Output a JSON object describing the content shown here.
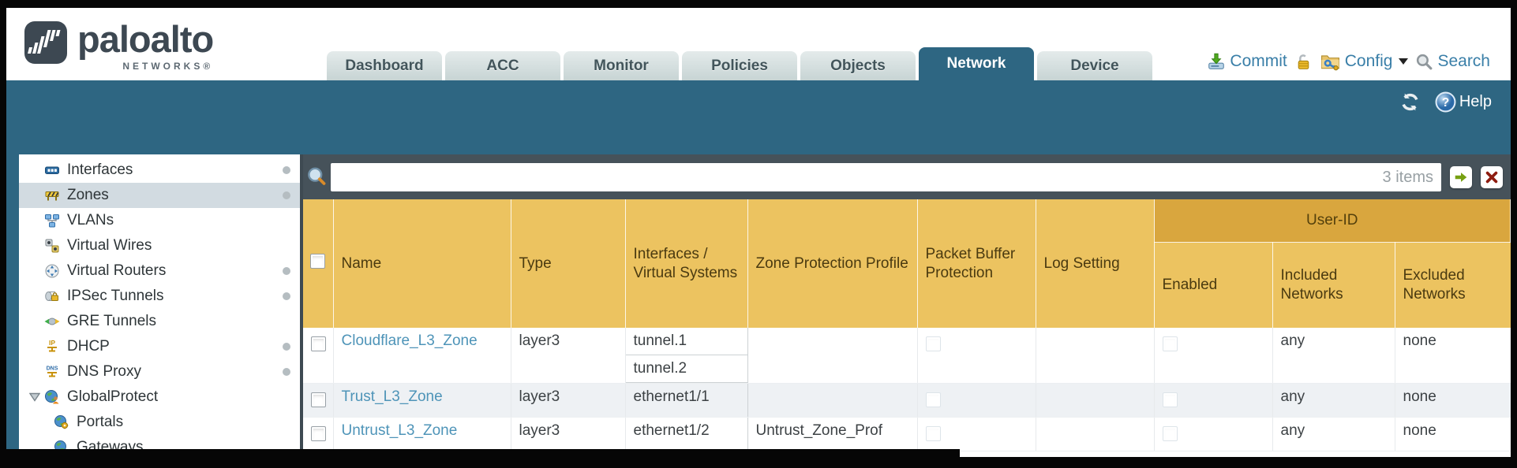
{
  "app": {
    "logo_text": "paloalto",
    "logo_subtext": "NETWORKS®"
  },
  "nav": {
    "tabs": [
      {
        "label": "Dashboard",
        "active": false
      },
      {
        "label": "ACC",
        "active": false
      },
      {
        "label": "Monitor",
        "active": false
      },
      {
        "label": "Policies",
        "active": false
      },
      {
        "label": "Objects",
        "active": false
      },
      {
        "label": "Network",
        "active": true
      },
      {
        "label": "Device",
        "active": false
      }
    ],
    "actions": {
      "commit_label": "Commit",
      "config_label": "Config",
      "search_label": "Search"
    }
  },
  "toolbar": {
    "help_label": "Help"
  },
  "sidebar": {
    "items": [
      {
        "label": "Interfaces",
        "icon": "interfaces-icon",
        "has_status_dot": true,
        "selected": false,
        "child": false
      },
      {
        "label": "Zones",
        "icon": "zones-icon",
        "has_status_dot": true,
        "selected": true,
        "child": false
      },
      {
        "label": "VLANs",
        "icon": "vlans-icon",
        "has_status_dot": false,
        "selected": false,
        "child": false
      },
      {
        "label": "Virtual Wires",
        "icon": "virtual-wires-icon",
        "has_status_dot": false,
        "selected": false,
        "child": false
      },
      {
        "label": "Virtual Routers",
        "icon": "virtual-routers-icon",
        "has_status_dot": true,
        "selected": false,
        "child": false
      },
      {
        "label": "IPSec Tunnels",
        "icon": "ipsec-tunnels-icon",
        "has_status_dot": true,
        "selected": false,
        "child": false
      },
      {
        "label": "GRE Tunnels",
        "icon": "gre-tunnels-icon",
        "has_status_dot": false,
        "selected": false,
        "child": false
      },
      {
        "label": "DHCP",
        "icon": "dhcp-icon",
        "has_status_dot": true,
        "selected": false,
        "child": false
      },
      {
        "label": "DNS Proxy",
        "icon": "dns-proxy-icon",
        "has_status_dot": true,
        "selected": false,
        "child": false
      },
      {
        "label": "GlobalProtect",
        "icon": "globalprotect-icon",
        "has_status_dot": false,
        "selected": false,
        "child": false,
        "expanded": true
      },
      {
        "label": "Portals",
        "icon": "portals-icon",
        "has_status_dot": false,
        "selected": false,
        "child": true
      },
      {
        "label": "Gateways",
        "icon": "gateways-icon",
        "has_status_dot": false,
        "selected": false,
        "child": true
      }
    ]
  },
  "filter": {
    "input_value": "",
    "items_count": "3 items"
  },
  "table": {
    "user_id_group_label": "User-ID",
    "columns": [
      "Name",
      "Type",
      "Interfaces / Virtual Systems",
      "Zone Protection Profile",
      "Packet Buffer Protection",
      "Log Setting",
      "Enabled",
      "Included Networks",
      "Excluded Networks"
    ],
    "rows": [
      {
        "name": "Cloudflare_L3_Zone",
        "type": "layer3",
        "interfaces": [
          "tunnel.1",
          "tunnel.2"
        ],
        "zone_protection_profile": "",
        "packet_buffer_protection_checked": false,
        "log_setting": "",
        "user_id_enabled_checked": false,
        "included_networks": "any",
        "excluded_networks": "none"
      },
      {
        "name": "Trust_L3_Zone",
        "type": "layer3",
        "interfaces": [
          "ethernet1/1"
        ],
        "zone_protection_profile": "",
        "packet_buffer_protection_checked": false,
        "log_setting": "",
        "user_id_enabled_checked": false,
        "included_networks": "any",
        "excluded_networks": "none"
      },
      {
        "name": "Untrust_L3_Zone",
        "type": "layer3",
        "interfaces": [
          "ethernet1/2"
        ],
        "zone_protection_profile": "Untrust_Zone_Prof",
        "packet_buffer_protection_checked": false,
        "log_setting": "",
        "user_id_enabled_checked": false,
        "included_networks": "any",
        "excluded_networks": "none"
      }
    ]
  },
  "colors": {
    "accent_teal": "#2e6682",
    "header_gold": "#ecc360",
    "user_id_band_gold": "#d9a63e",
    "link_blue": "#4e94b8",
    "filter_bar_slate": "#46525a"
  }
}
